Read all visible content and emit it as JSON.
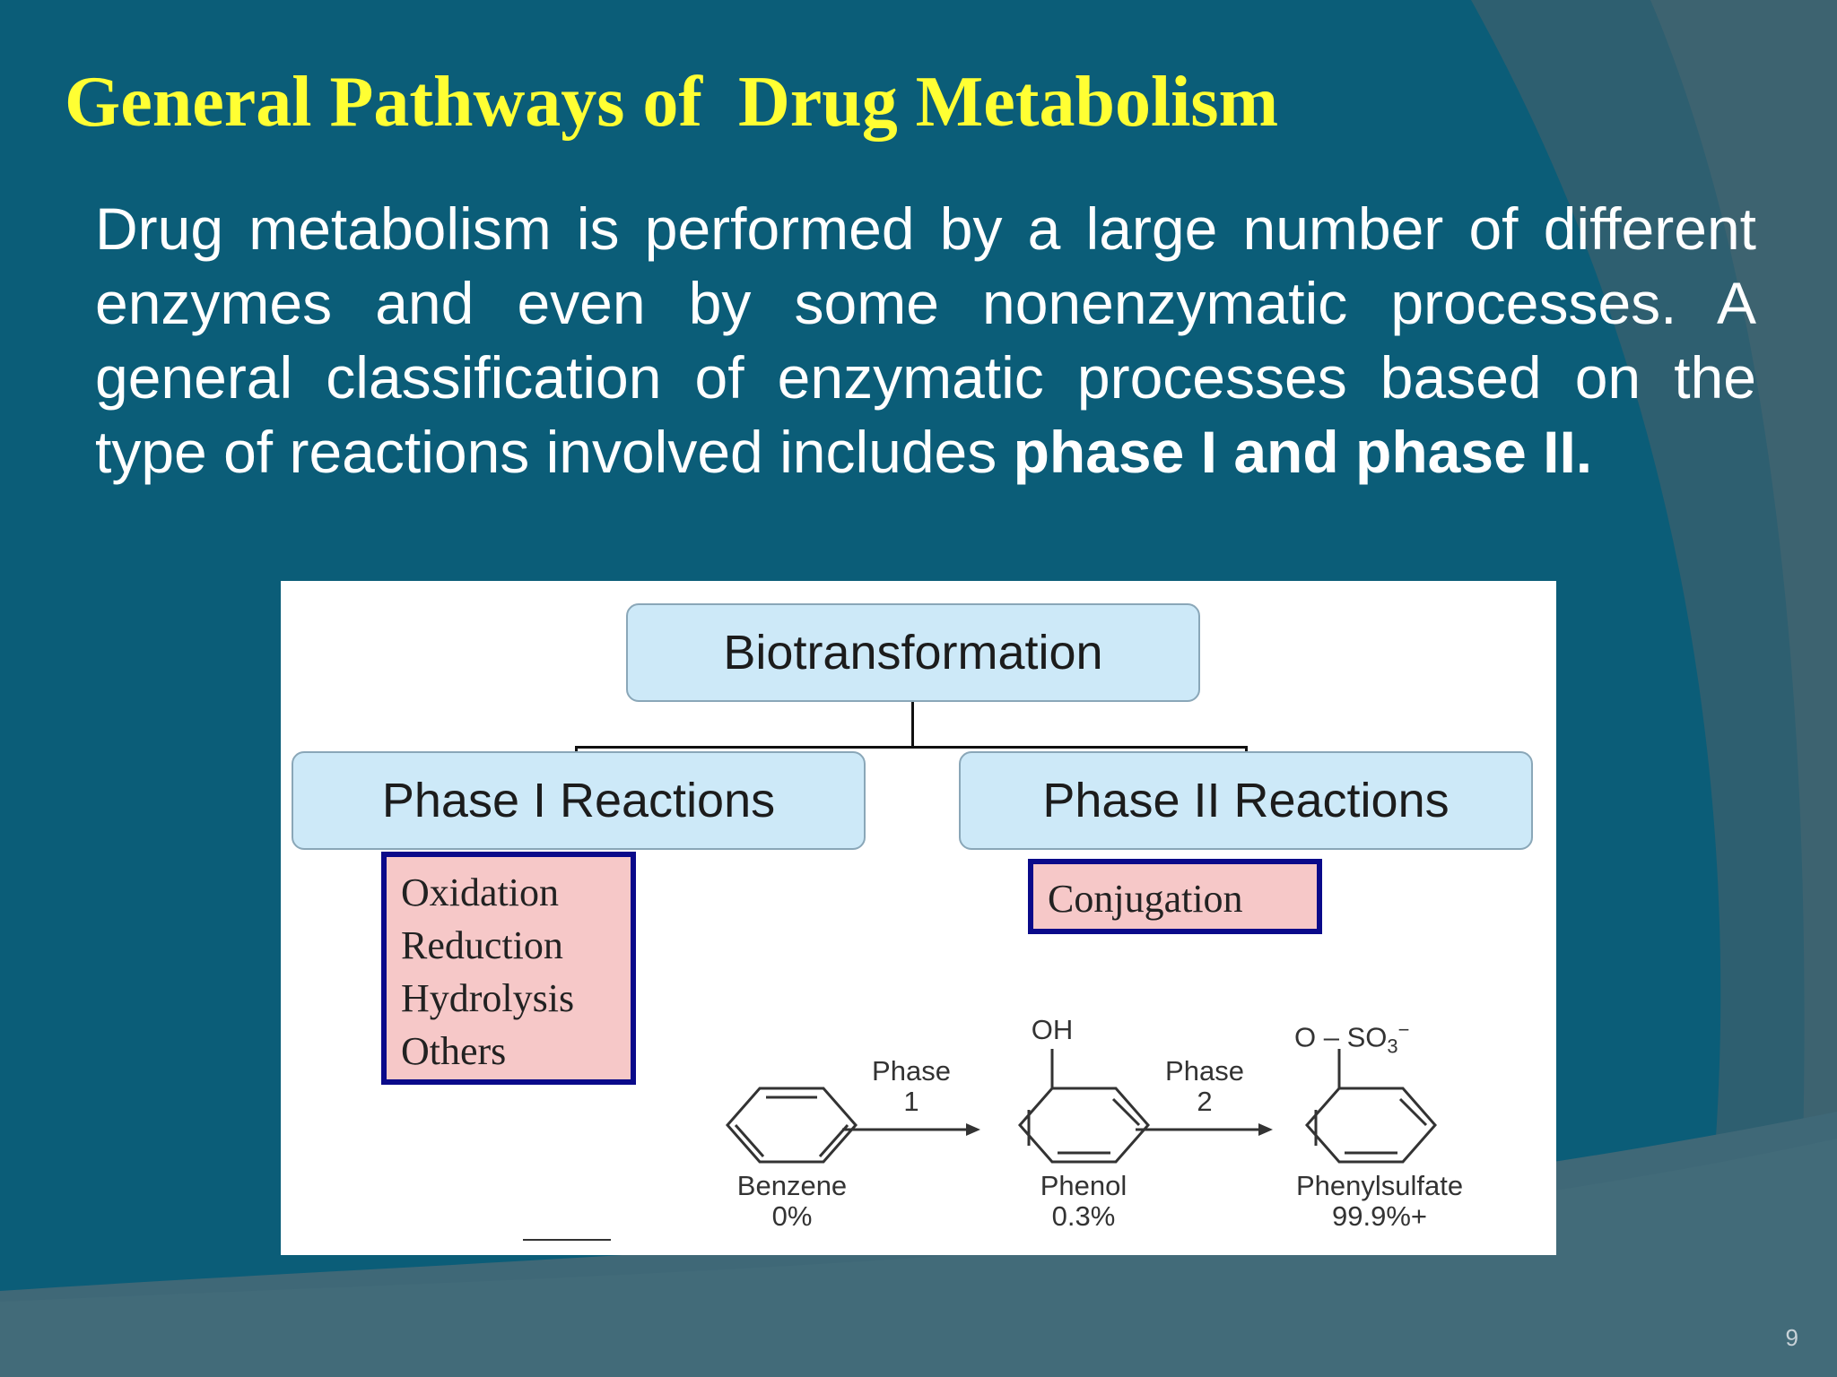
{
  "slide": {
    "title": "General Pathways of  Drug Metabolism",
    "body_text": "Drug metabolism is performed by a large number of different enzymes and even by some nonenzymatic processes. A general classification of enzymatic processes based on the type of reactions involved includes ",
    "body_bold": "phase I and phase II.",
    "page_number": "9"
  },
  "diagram": {
    "root": "Biotransformation",
    "phase1": {
      "label": "Phase I Reactions",
      "items": [
        "Oxidation",
        "Reduction",
        "Hydrolysis",
        "Others"
      ]
    },
    "phase2": {
      "label": "Phase II Reactions",
      "items": [
        "Conjugation"
      ]
    },
    "reaction": {
      "arrow1_line1": "Phase",
      "arrow1_line2": "1",
      "arrow2_line1": "Phase",
      "arrow2_line2": "2",
      "oh_group": "OH",
      "sulfate_group": "O – SO",
      "sulfate_sub": "3",
      "sulfate_sup": "−",
      "compounds": [
        {
          "name": "Benzene",
          "value": "0%"
        },
        {
          "name": "Phenol",
          "value": "0.3%"
        },
        {
          "name": "Phenylsulfate",
          "value": "99.9%+"
        }
      ]
    }
  },
  "colors": {
    "background": "#0b5d78",
    "title": "#ffff33",
    "node_fill": "#cde9f8",
    "list_fill": "#f6c8c8",
    "list_border": "#0a0a8a"
  }
}
